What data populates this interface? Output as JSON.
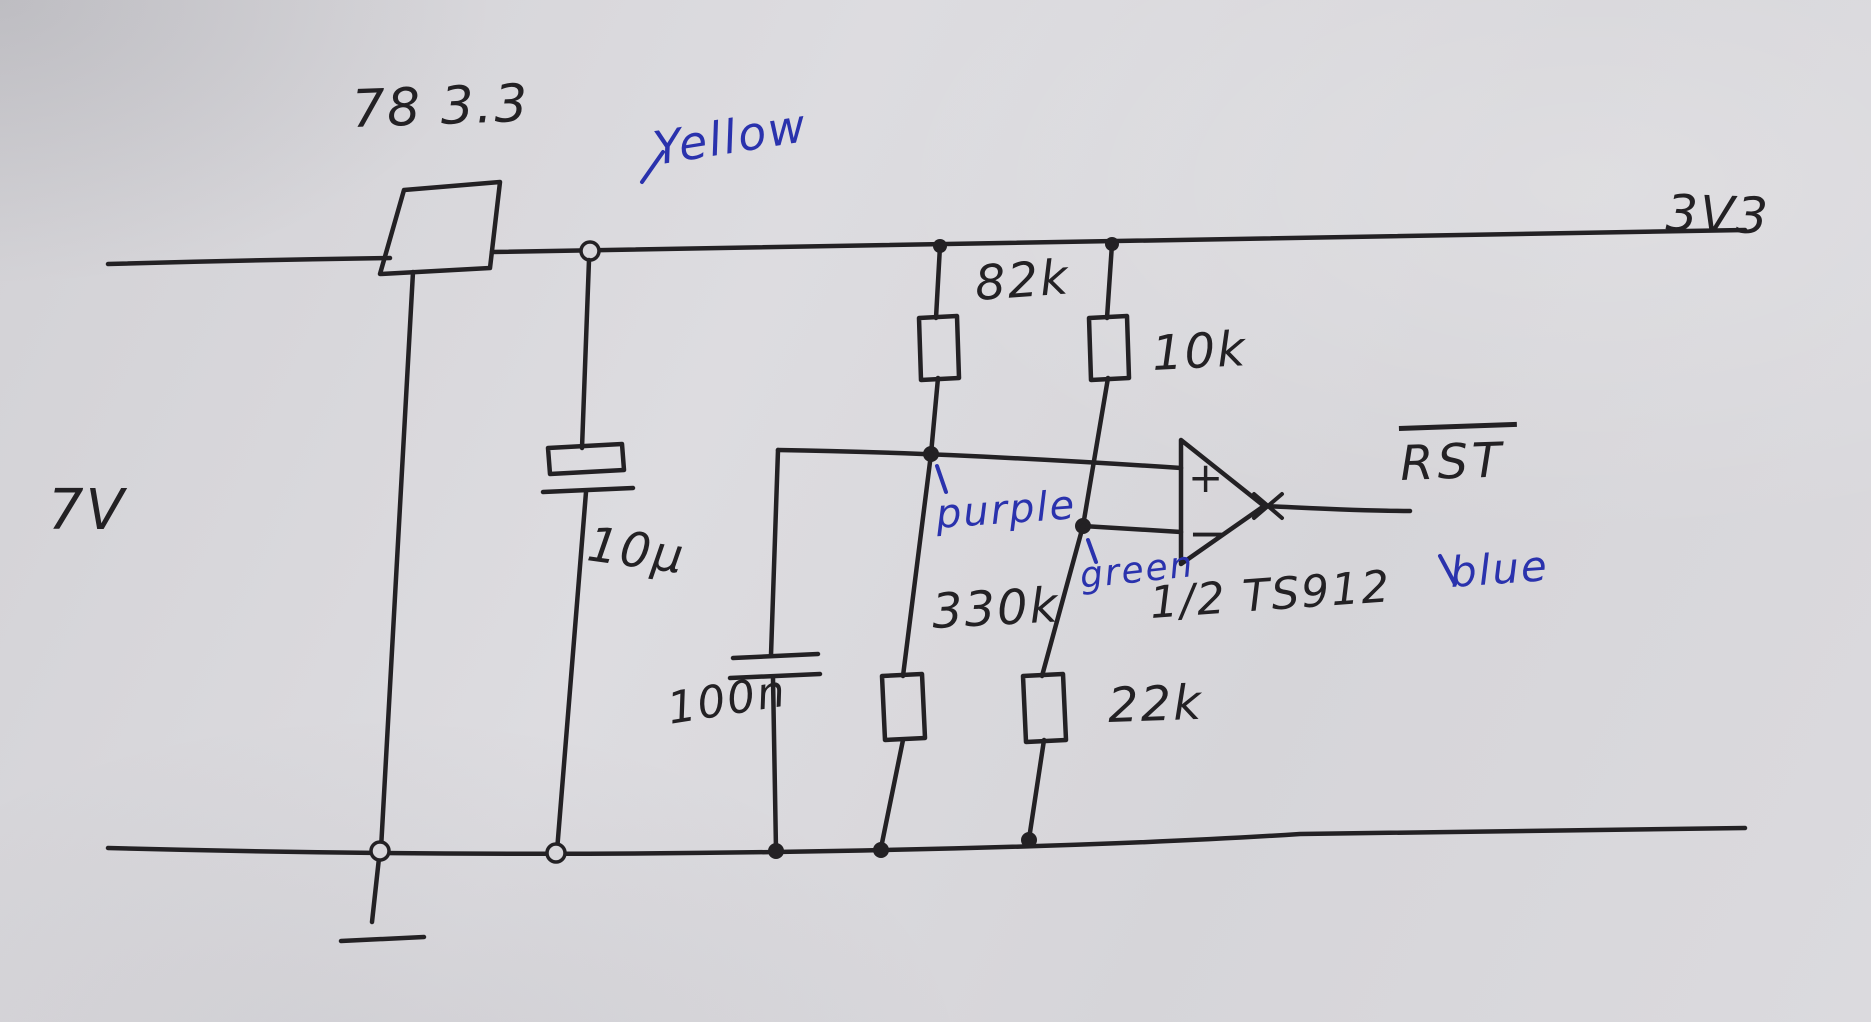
{
  "schematic": {
    "power": {
      "input_label": "7V",
      "rail_label": "3V3"
    },
    "regulator": {
      "label": "78 3.3"
    },
    "capacitors": {
      "c10u": "10µ",
      "c100n": "100n"
    },
    "resistors": {
      "r82k": "82k",
      "r10k": "10k",
      "r330k": "330k",
      "r22k": "22k"
    },
    "opamp": {
      "part": "1/2 TS912",
      "plus": "+",
      "minus": "−",
      "output": "RST"
    },
    "wire_labels": {
      "yellow": "Yellow",
      "purple": "purple",
      "green": "green",
      "blue": "blue"
    },
    "colors": {
      "ink": "#232124",
      "blue_ink": "#2a32ad",
      "paper": "#d8d7db"
    }
  }
}
